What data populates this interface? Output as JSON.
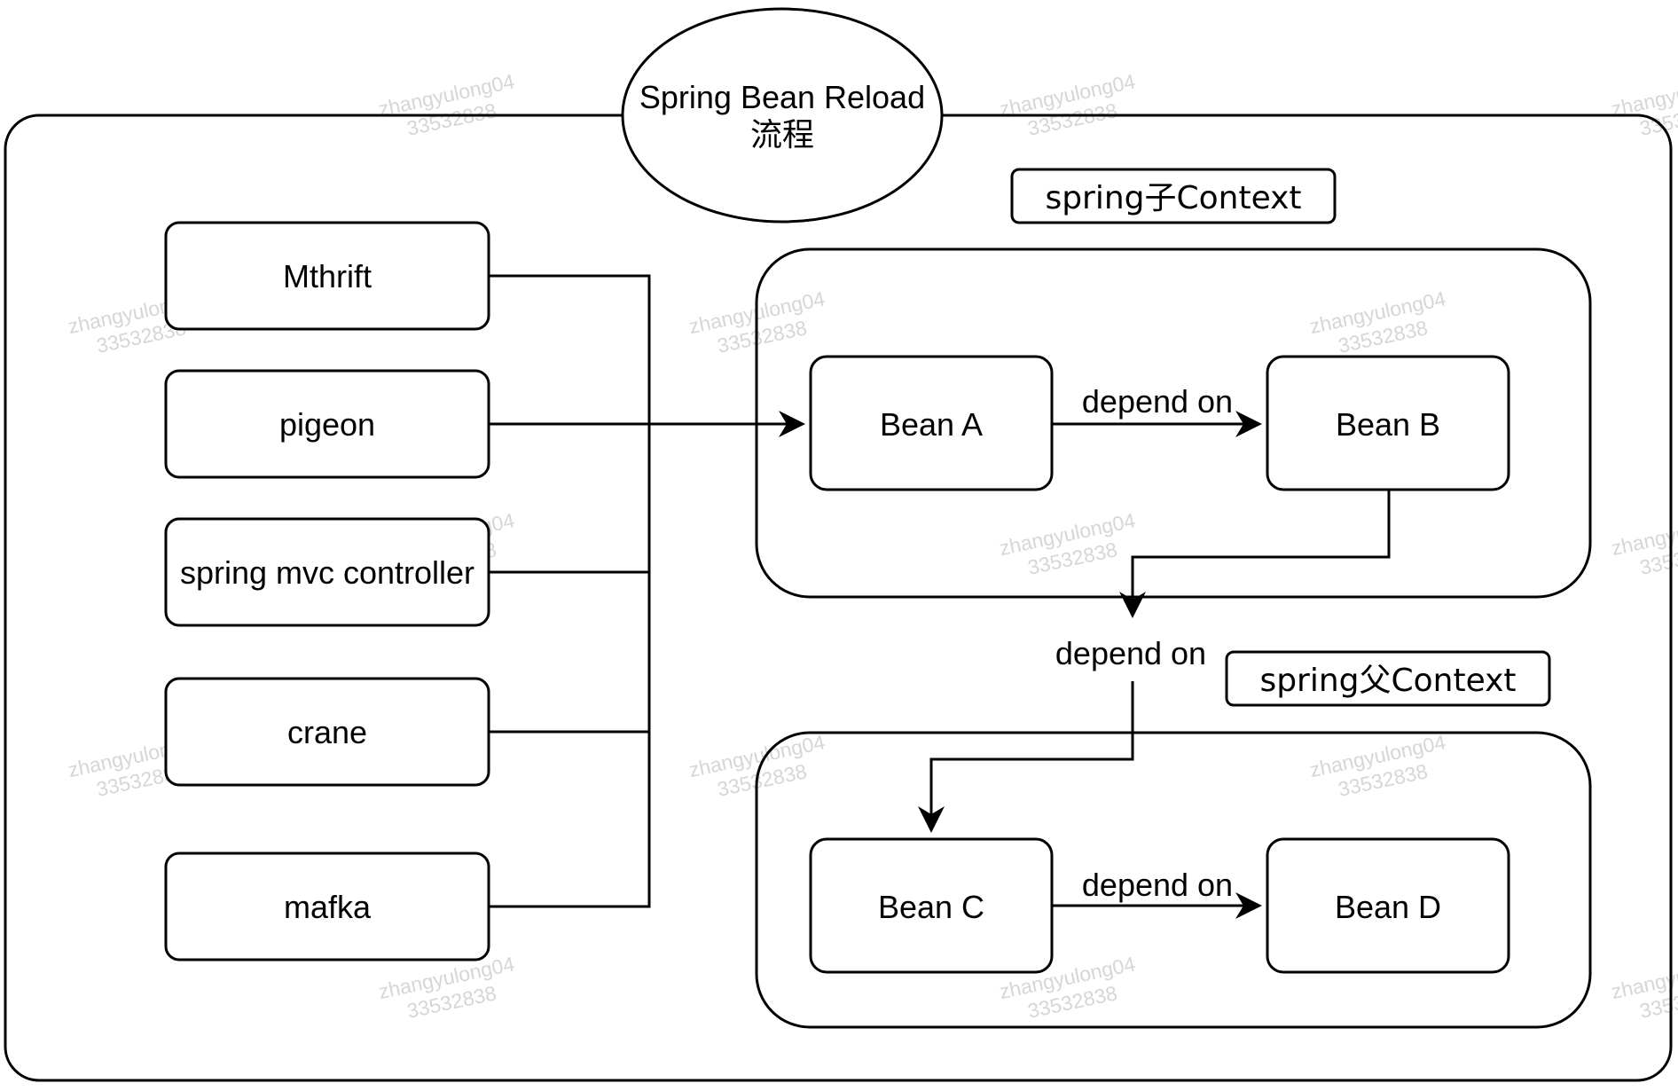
{
  "title": {
    "line1": "Spring Bean Reload",
    "line2": "流程"
  },
  "sources": [
    {
      "id": "mthrift",
      "label": "Mthrift"
    },
    {
      "id": "pigeon",
      "label": "pigeon"
    },
    {
      "id": "spring-mvc-controller",
      "label": "spring mvc controller"
    },
    {
      "id": "crane",
      "label": "crane"
    },
    {
      "id": "mafka",
      "label": "mafka"
    }
  ],
  "contexts": {
    "child": {
      "label": "spring子Context"
    },
    "parent": {
      "label": "spring父Context"
    }
  },
  "beans": {
    "a": "Bean A",
    "b": "Bean B",
    "c": "Bean C",
    "d": "Bean D"
  },
  "edge_labels": {
    "a_to_b": "depend on",
    "b_to_c": "depend on",
    "c_to_d": "depend on"
  },
  "watermark": {
    "line1": "zhangyulong04",
    "line2": "33532838"
  }
}
